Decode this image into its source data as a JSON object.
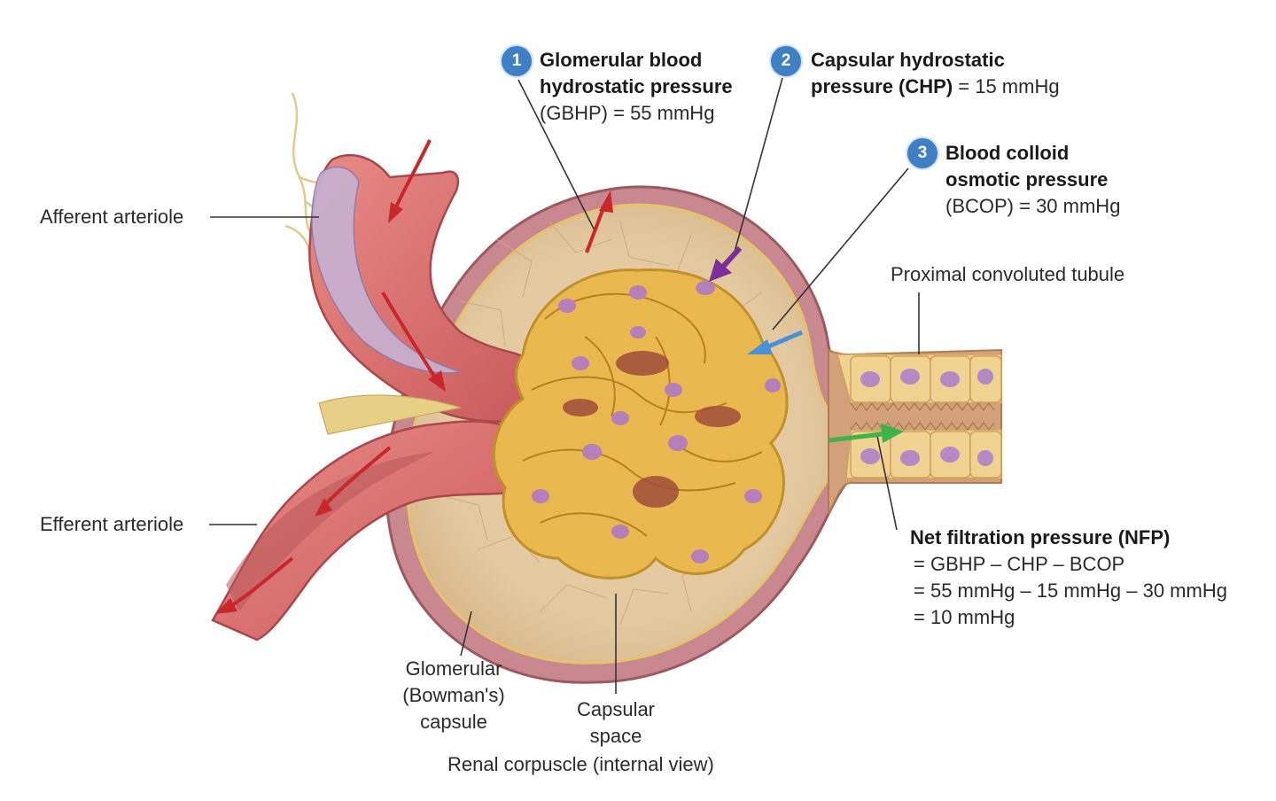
{
  "labels": {
    "afferent": "Afferent arteriole",
    "efferent": "Efferent arteriole",
    "pct": "Proximal convoluted tubule",
    "capsule": [
      "Glomerular",
      "(Bowman's)",
      "capsule"
    ],
    "space": [
      "Capsular",
      "space"
    ],
    "caption": "Renal corpuscle (internal view)"
  },
  "pressures": [
    {
      "number": "1",
      "bold": [
        "Glomerular blood",
        "hydrostatic pressure"
      ],
      "value": "(GBHP) = 55 mmHg"
    },
    {
      "number": "2",
      "bold": [
        "Capsular hydrostatic",
        "pressure (CHP)"
      ],
      "value": " = 15 mmHg"
    },
    {
      "number": "3",
      "bold": [
        "Blood colloid",
        "osmotic pressure"
      ],
      "value": "(BCOP) = 30 mmHg"
    }
  ],
  "nfp": {
    "title": "Net filtration pressure (NFP)",
    "lines": [
      "= GBHP – CHP – BCOP",
      "= 55 mmHg – 15 mmHg – 30 mmHg",
      "= 10 mmHg"
    ]
  },
  "colors": {
    "gbhp_arrow": "#c8282a",
    "chp_arrow": "#7a2f9a",
    "bcop_arrow": "#4a90d6",
    "nfp_arrow": "#3cb44a",
    "badge": "#3f7fc4"
  }
}
